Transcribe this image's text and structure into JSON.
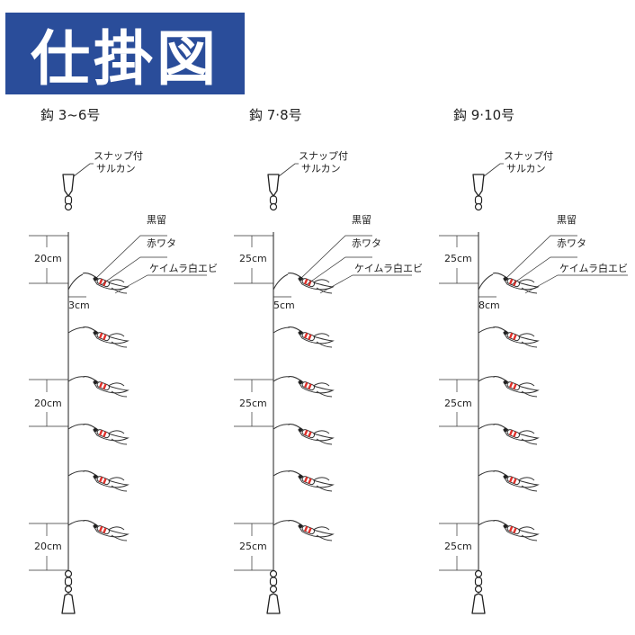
{
  "title": "仕掛図",
  "columns": [
    {
      "heading": "鈎 3~6号",
      "snap_label_1": "スナップ付",
      "snap_label_2": "サルカン",
      "label_kurodome": "黒留",
      "label_akawata": "赤ワタ",
      "label_ebi": "ケイムラ白エビ",
      "branch_length": "3cm",
      "spacing_top": "20cm",
      "spacing_mid": "20cm",
      "spacing_bottom": "20cm"
    },
    {
      "heading": "鈎 7·8号",
      "snap_label_1": "スナップ付",
      "snap_label_2": "サルカン",
      "label_kurodome": "黒留",
      "label_akawata": "赤ワタ",
      "label_ebi": "ケイムラ白エビ",
      "branch_length": "5cm",
      "spacing_top": "25cm",
      "spacing_mid": "25cm",
      "spacing_bottom": "25cm"
    },
    {
      "heading": "鈎 9·10号",
      "snap_label_1": "スナップ付",
      "snap_label_2": "サルカン",
      "label_kurodome": "黒留",
      "label_akawata": "赤ワタ",
      "label_ebi": "ケイムラ白エビ",
      "branch_length": "8cm",
      "spacing_top": "25cm",
      "spacing_mid": "25cm",
      "spacing_bottom": "25cm"
    }
  ],
  "colors": {
    "title_bg": "#2a4d9a",
    "title_text": "#ffffff",
    "red_bead": "#e0302a",
    "line": "#333333"
  }
}
